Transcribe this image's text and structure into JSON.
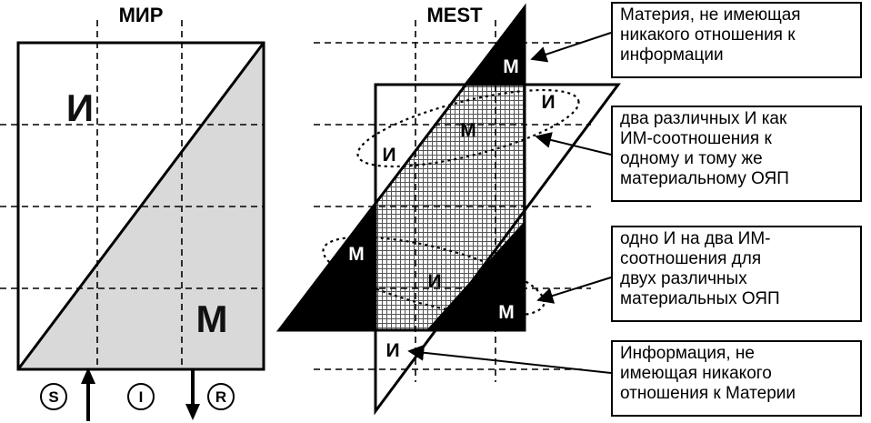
{
  "titles": {
    "left": "МИР",
    "right": "MEST"
  },
  "left_panel": {
    "upper_letter": "И",
    "lower_letter": "М",
    "circles": [
      "S",
      "I",
      "R"
    ]
  },
  "right_panel": {
    "labels": {
      "m_top": "М",
      "i_right": "И",
      "m_center": "М",
      "i_left": "И",
      "m_left": "М",
      "i_mid": "И",
      "m_right": "М",
      "i_bottom": "И"
    }
  },
  "callouts": [
    {
      "lines": [
        "Материя, не имеющая",
        "никакого отношения к",
        "информации"
      ]
    },
    {
      "lines": [
        "два различных И как",
        "ИМ-соотношения к",
        "одному и тому же",
        "материальному ОЯП"
      ]
    },
    {
      "lines": [
        "одно И на два ИМ-",
        "соотношения для",
        "двух различных",
        "материальных ОЯП"
      ]
    },
    {
      "lines": [
        "Информация, не",
        "имеющая никакого",
        "отношения к Материи"
      ]
    }
  ],
  "colors": {
    "fill_gray": "#d9d9d9",
    "black": "#000000",
    "white": "#ffffff"
  }
}
